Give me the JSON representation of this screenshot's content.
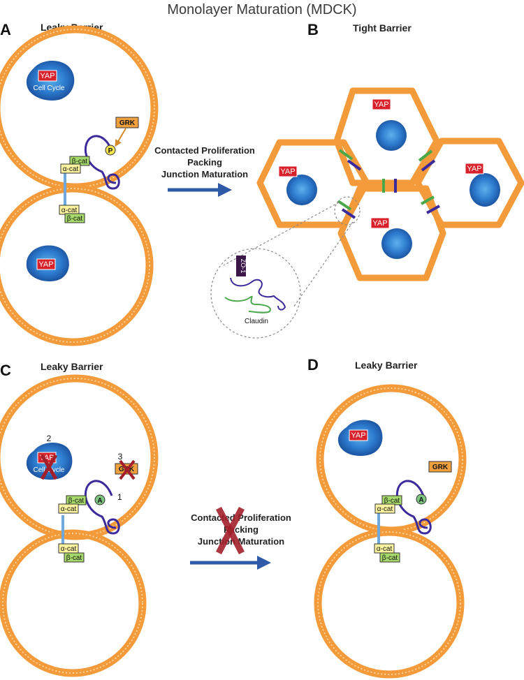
{
  "title": "Monolayer Maturation (MDCK)",
  "panels": {
    "A": {
      "label": "A",
      "subtitle": "Leaky Barrier"
    },
    "B": {
      "label": "B",
      "subtitle": "Tight Barrier"
    },
    "C": {
      "label": "C",
      "subtitle": "Leaky Barrier"
    },
    "D": {
      "label": "D",
      "subtitle": "Leaky Barrier"
    }
  },
  "labels": {
    "yap": "YAP",
    "cell_cycle": "Cell Cycle",
    "grk": "GRK",
    "p": "P",
    "a": "A",
    "beta_cat": "β-cat",
    "alpha_cat": "α-cat",
    "zo1": "ZO-1",
    "claudin": "Claudin"
  },
  "process": {
    "line1": "Contacted Proliferation",
    "line2": "Packing",
    "line3": "Junction Maturation"
  },
  "numbers": {
    "one": "1",
    "two": "2",
    "three": "3"
  },
  "colors": {
    "membrane": "#f39a3a",
    "nucleus": "#2a6fc0",
    "yap_red": "#d8212a",
    "beta_green": "#a6d96a",
    "alpha_yellow": "#fff5a0",
    "grk_orange": "#f2a03d",
    "zo1_purple": "#3a2a8c",
    "claudin_green": "#4aa84a",
    "arrow_blue": "#2f5aa8",
    "x_red": "#a3202b"
  }
}
